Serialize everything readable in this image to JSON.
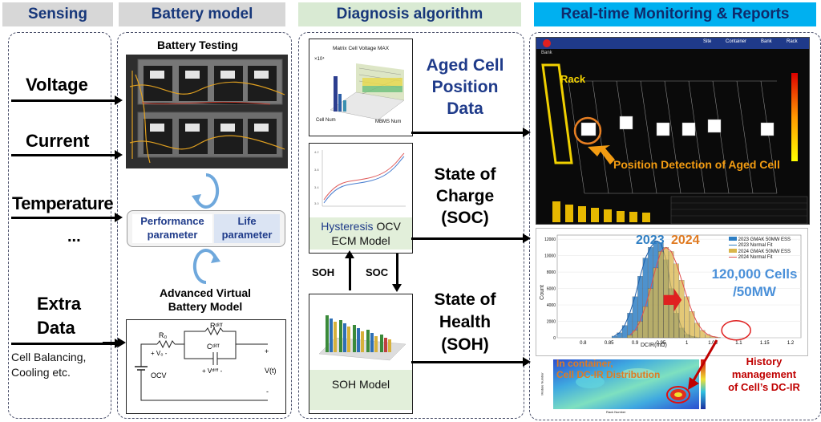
{
  "headers": {
    "sensing": "Sensing",
    "battery_model": "Battery model",
    "diagnosis": "Diagnosis algorithm",
    "monitoring": "Real-time Monitoring & Reports"
  },
  "sensing": {
    "voltage": "Voltage",
    "current": "Current",
    "temperature": "Temperature",
    "ellipsis": "...",
    "extra_data_1": "Extra",
    "extra_data_2": "Data",
    "note_1": "Cell Balancing,",
    "note_2": "Cooling etc."
  },
  "battery_model": {
    "testing_title": "Battery Testing",
    "performance_1": "Performance",
    "performance_2": "parameter",
    "life_1": "Life",
    "life_2": "parameter",
    "advanced_1": "Advanced Virtual",
    "advanced_2": "Battery Model",
    "circuit": {
      "r0": "R₀",
      "v0": "+ V₀ -",
      "rdiff": "Rᵈⁱᶠᶠ",
      "cdiff": "Cᵈⁱᶠᶠ",
      "vdiff": "+ Vᵈⁱᶠᶠ -",
      "ocv": "OCV",
      "vt": "V(t)",
      "plus": "+",
      "minus": "-"
    }
  },
  "diagnosis": {
    "matrix_title": "Matrix Cell Voltage MAX",
    "matrix_exp": "×10⁴",
    "matrix_x": "Cell Num",
    "matrix_y": "MBMS Num",
    "ecm_1a": "Hysteresis",
    "ecm_1b": " OCV",
    "ecm_2": "ECM Model",
    "soh_arrow": "SOH",
    "soc_arrow": "SOC",
    "soh_model": "SOH Model",
    "aged_1": "Aged Cell",
    "aged_2": "Position",
    "aged_3": "Data",
    "soc_1": "State of",
    "soc_2": "Charge",
    "soc_3": "(SOC)",
    "soh_1": "State of",
    "soh_2": "Health",
    "soh_3": "(SOH)"
  },
  "monitoring": {
    "nav_bank": "Bank",
    "nav_items": [
      "Site",
      "Container",
      "Bank",
      "Rack"
    ],
    "rack_label": "Rack",
    "detection_label": "Position Detection of Aged Cell",
    "hist_years": [
      "2023",
      "2024"
    ],
    "hist_legend": [
      "2023 GMAK 50MW ESS",
      "2023 Normal Fit",
      "2024 GMAK 50MW ESS",
      "2024 Normal Fit"
    ],
    "cells_1": "120,000 Cells",
    "cells_2": "/50MW",
    "hist_xlabel": "DCIR(mΩ)",
    "hist_ylabel": "Count",
    "in_container_1": "In container,",
    "in_container_2": "Cell DC-IR Distribution",
    "history_1": "History",
    "history_2": "management",
    "history_3": "of Cell’s DC-IR",
    "heat_xlabel": "Rack Number",
    "heat_ylabel": "Module Number"
  },
  "chart_data": [
    {
      "type": "bar",
      "title": "",
      "xlabel": "DCIR(mΩ)",
      "ylabel": "Count",
      "x_ticks": [
        0.8,
        0.85,
        0.9,
        0.95,
        1.0,
        1.05,
        1.1,
        1.15,
        1.2
      ],
      "y_ticks": [
        0,
        2000,
        4000,
        6000,
        8000,
        10000,
        12000
      ],
      "xlim": [
        0.75,
        1.22
      ],
      "ylim": [
        0,
        12500
      ],
      "series": [
        {
          "name": "2023 GMAK 50MW ESS",
          "color": "#2f7fc4",
          "x": [
            0.86,
            0.87,
            0.88,
            0.89,
            0.9,
            0.91,
            0.92,
            0.93,
            0.94,
            0.95,
            0.96,
            0.97,
            0.98,
            0.99,
            1.0,
            1.01,
            1.02
          ],
          "values": [
            200,
            600,
            1500,
            3000,
            5000,
            7500,
            9700,
            11000,
            11800,
            11500,
            9500,
            6000,
            3000,
            1200,
            400,
            150,
            50
          ]
        },
        {
          "name": "2024 GMAK 50MW ESS",
          "color": "#d9b54a",
          "x": [
            0.89,
            0.9,
            0.91,
            0.92,
            0.93,
            0.94,
            0.95,
            0.96,
            0.97,
            0.98,
            0.99,
            1.0,
            1.01,
            1.02,
            1.03,
            1.04,
            1.05,
            1.06
          ],
          "values": [
            300,
            900,
            2000,
            3800,
            6000,
            8500,
            10500,
            11000,
            10500,
            9000,
            7000,
            5000,
            3200,
            1800,
            900,
            400,
            150,
            50
          ]
        }
      ]
    }
  ]
}
